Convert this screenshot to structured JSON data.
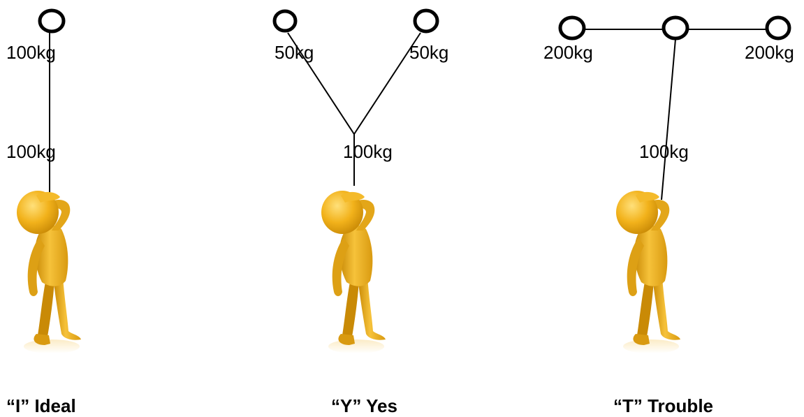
{
  "colors": {
    "figure_fill": "#f2b21b",
    "figure_shade": "#c98a06",
    "line": "#000000",
    "background": "#ffffff"
  },
  "panels": [
    {
      "caption": "“I” Ideal",
      "anchor_label": "100kg",
      "rope_label": "100kg"
    },
    {
      "caption": "“Y” Yes",
      "left_label": "50kg",
      "right_label": "50kg",
      "rope_label": "100kg"
    },
    {
      "caption": "“T” Trouble",
      "left_label": "200kg",
      "right_label": "200kg",
      "rope_label": "100kg"
    }
  ],
  "figure": {
    "icon": "stick-figure-icon",
    "description_label": ""
  }
}
